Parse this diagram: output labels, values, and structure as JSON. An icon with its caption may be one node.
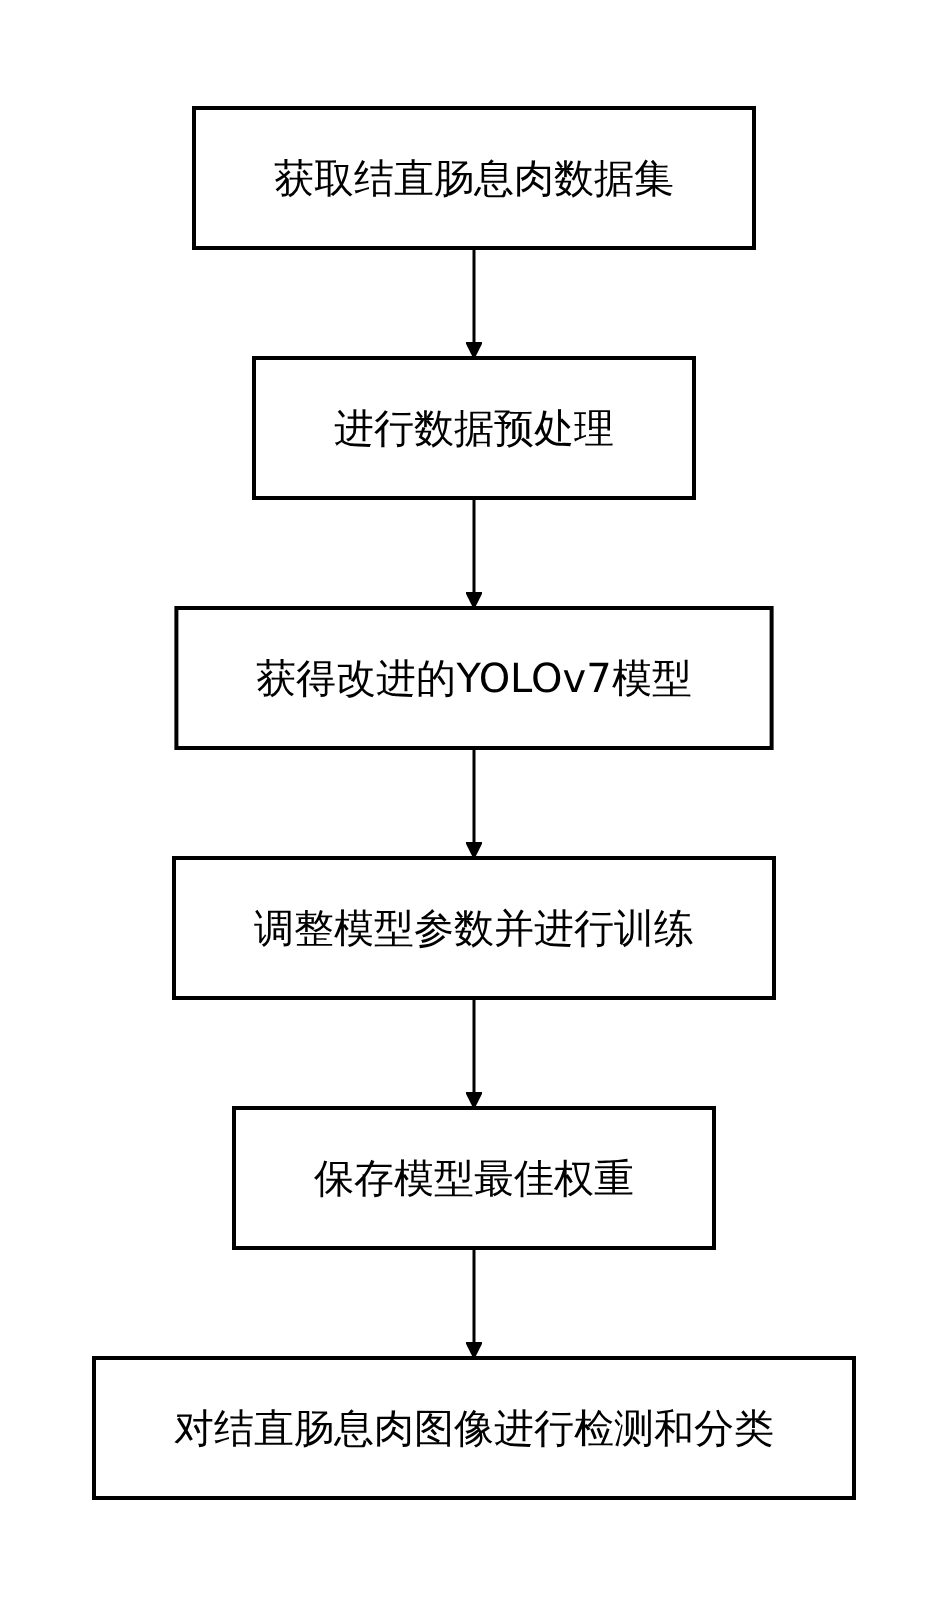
{
  "diagram": {
    "nodes": [
      {
        "text": [
          "获取结直肠息肉数据集"
        ]
      },
      {
        "text": [
          "进行数据预处理"
        ]
      },
      {
        "text": [
          "获得改进的YOLOv7模型"
        ]
      },
      {
        "text": [
          "调整模型参数并进行训练"
        ]
      },
      {
        "text": [
          "保存模型最佳权重"
        ]
      },
      {
        "text": [
          "对结直肠息肉图像进行检测和分类"
        ]
      }
    ],
    "edges": [
      {
        "from": 0,
        "to": 1,
        "arrow": "to"
      },
      {
        "from": 1,
        "to": 2,
        "arrow": "to"
      },
      {
        "from": 2,
        "to": 3,
        "arrow": "to"
      },
      {
        "from": 3,
        "to": 4,
        "arrow": "to"
      },
      {
        "from": 4,
        "to": 5,
        "arrow": "to"
      }
    ]
  }
}
